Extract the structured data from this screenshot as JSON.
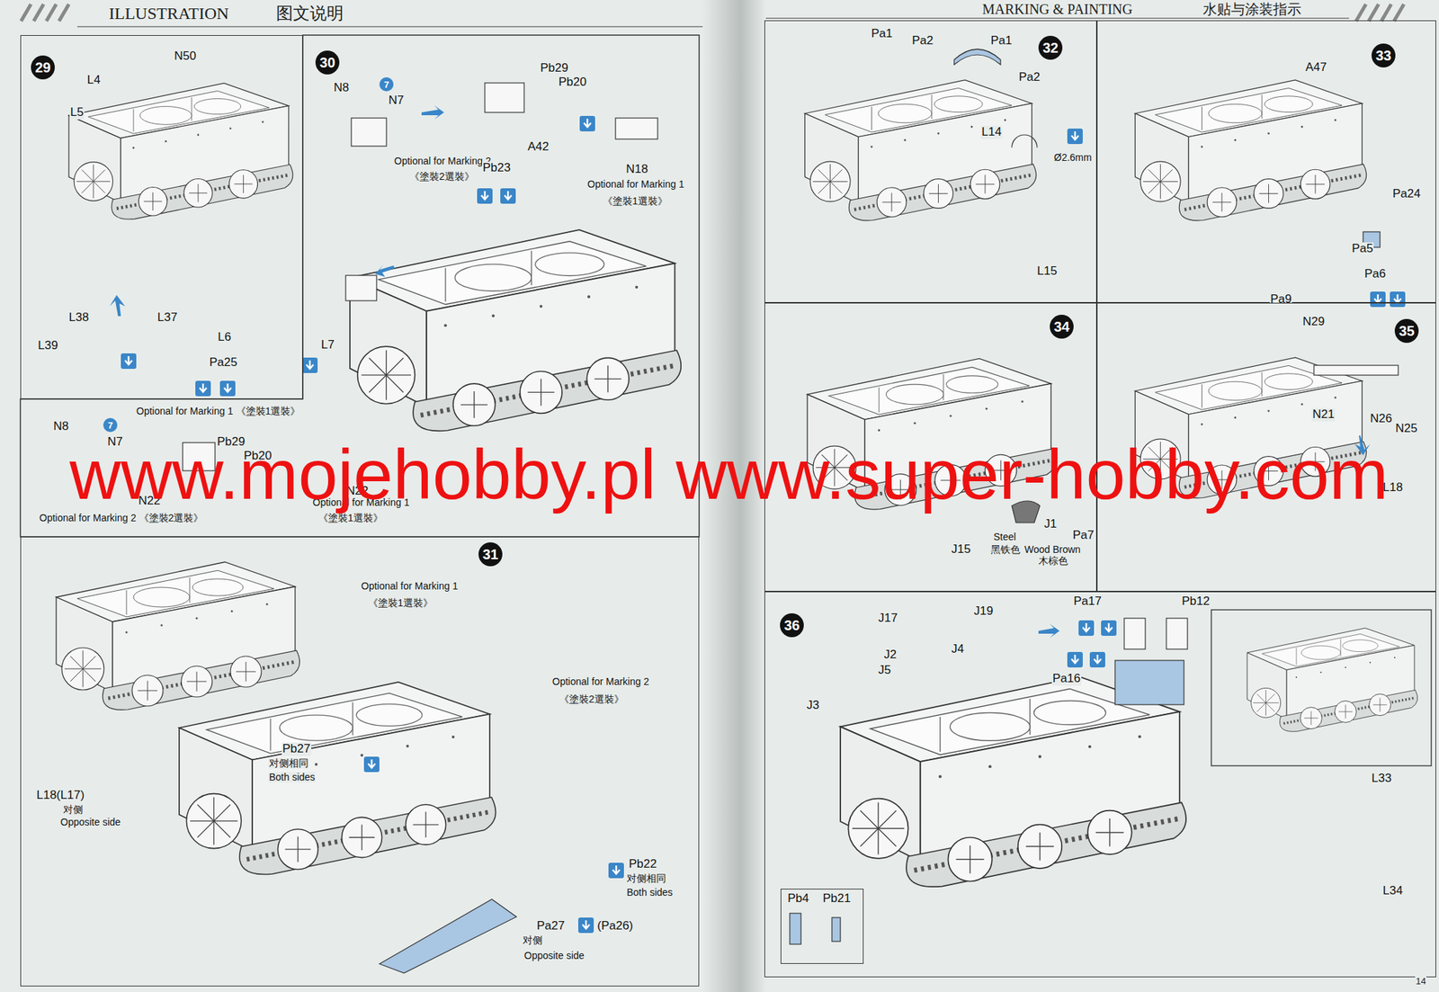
{
  "diagram": {
    "nodes": [
      {
        "text": [
          "N50",
          "L4",
          "L5",
          "L38",
          "L37",
          "L39",
          "L6",
          "Pa25"
        ]
      },
      {
        "text": [
          "29"
        ],
        "in": 0
      },
      {
        "text": [
          "N8",
          "N7",
          "Optional for Marking 2",
          "《塗裝2選裝》",
          "Pb29",
          "Pb20",
          "Pb23",
          "A42",
          "N18",
          "Optional for Marking 1",
          "《塗裝1選裝》",
          "L7",
          "Optional for Marking 1 《塗裝1選裝》",
          "N8",
          "N7",
          "Pb29",
          "Pb20",
          "N22",
          "N22",
          "Optional for Marking 1",
          "《塗裝1選裝》",
          "Optional for Marking 2 《塗裝2選裝》"
        ]
      },
      {
        "text": [
          "30"
        ],
        "in": 2
      },
      {
        "text": [
          "7"
        ],
        "in": 2
      },
      {
        "text": [
          "7"
        ],
        "in": 2
      },
      {
        "text": [
          "Optional for Marking 1",
          "《塗裝1選裝》",
          "Optional for Marking 2",
          "《塗裝2選裝》",
          "Pb27",
          "对侧相同",
          "Both sides",
          "L18(L17)",
          "对侧",
          "Opposite side",
          "Pb22",
          "对侧相同",
          "Both sides",
          "Pa27",
          "(Pa26)",
          "对侧",
          "Opposite side"
        ]
      },
      {
        "text": [
          "31"
        ],
        "in": 6
      },
      {
        "text": [
          "Pa1",
          "Pa2",
          "Pa1",
          "Pa2",
          "L14",
          "Ø2.6mm",
          "L15"
        ]
      },
      {
        "text": [
          "32"
        ],
        "in": 8
      },
      {
        "text": [
          "A47",
          "Pa24",
          "Pa5",
          "Pa6",
          "Pa9"
        ]
      },
      {
        "text": [
          "33"
        ],
        "in": 10
      },
      {
        "text": [
          "J15",
          "Steel",
          "黑铁色",
          "Wood Brown",
          "木棕色",
          "J1",
          "Pa7"
        ]
      },
      {
        "text": [
          "34"
        ],
        "in": 12
      },
      {
        "text": [
          "N29",
          "N21",
          "N26",
          "N25",
          "L18"
        ]
      },
      {
        "text": [
          "35"
        ],
        "in": 14
      },
      {
        "text": [
          "J17",
          "J19",
          "J2",
          "J4",
          "J5",
          "J3",
          "Pa17",
          "Pb12",
          "Pa16",
          "L33",
          "L34"
        ]
      },
      {
        "text": [
          "36"
        ],
        "in": 16
      },
      {
        "text": [
          "Pb4",
          "Pb21"
        ],
        "in": 16
      }
    ],
    "labels": [
      "ILLUSTRATION",
      "图文说明",
      "MARKING & PAINTING",
      "水贴与涂装指示",
      "www.mojehobby.pl www.super-hobby.com",
      "14"
    ]
  }
}
